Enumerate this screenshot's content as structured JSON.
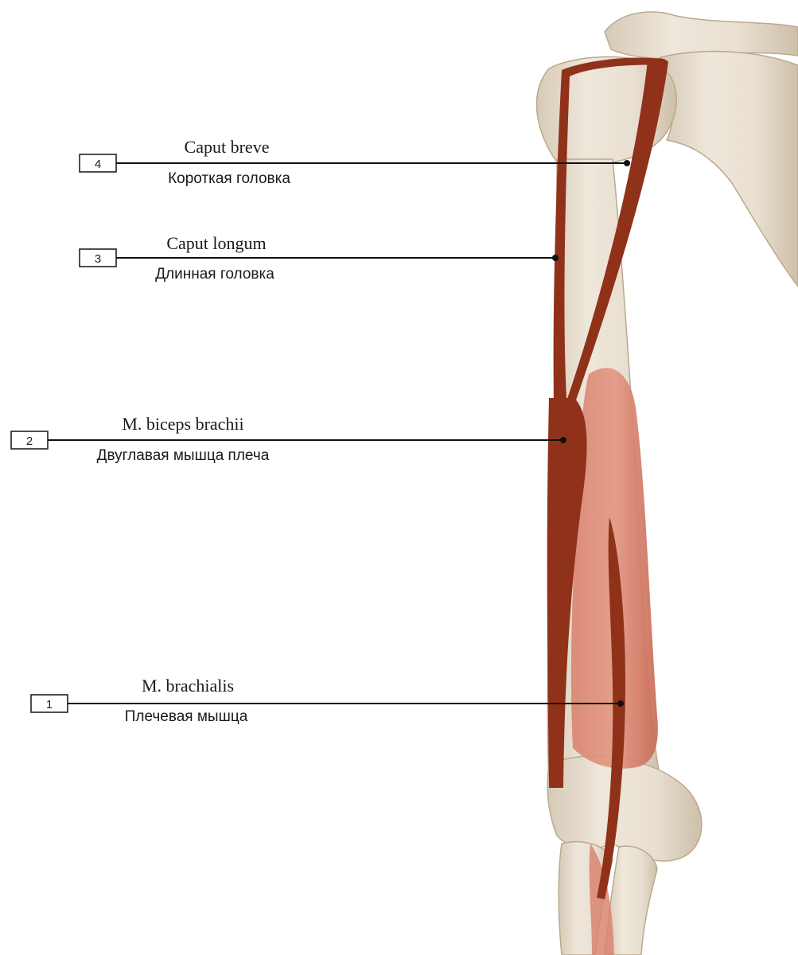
{
  "labels": [
    {
      "number": "4",
      "latin": "Caput breve",
      "russian": "Короткая головка"
    },
    {
      "number": "3",
      "latin": "Caput longum",
      "russian": "Длинная головка"
    },
    {
      "number": "2",
      "latin": "M. biceps brachii",
      "russian": "Двуглавая мышца плеча"
    },
    {
      "number": "1",
      "latin": "M. brachialis",
      "russian": "Плечевая мышца"
    }
  ],
  "colors": {
    "bone": "#ece3d6",
    "bone_shadow": "#d3c5b1",
    "biceps": "#8f3219",
    "biceps_highlight": "#a94426",
    "brachialis": "#d98571",
    "brachialis_deep": "#c96a55",
    "leader": "#111111"
  }
}
